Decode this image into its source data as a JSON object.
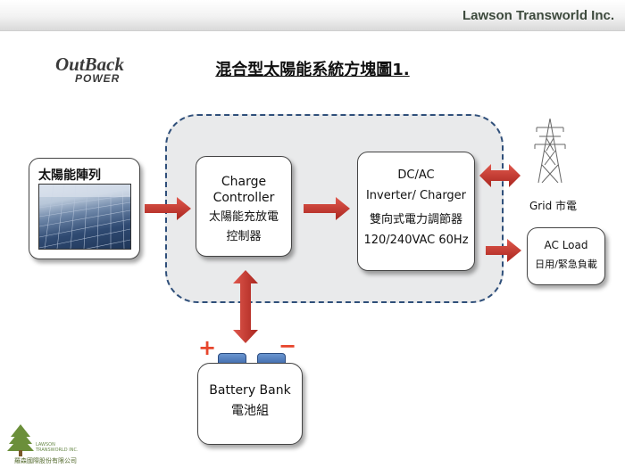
{
  "header": {
    "company": "Lawson Transworld Inc."
  },
  "logo": {
    "line1": "OutBack",
    "line2": "POWER"
  },
  "title": "混合型太陽能系統方塊圖1.",
  "solar_array": {
    "label": "太陽能陣列"
  },
  "charge_controller": {
    "line1": "Charge",
    "line2": "Controller",
    "line3": "太陽能充放電",
    "line4": "控制器"
  },
  "inverter": {
    "line1": "DC/AC",
    "line2": "Inverter/ Charger",
    "line3": "雙向式電力調節器",
    "line4": "120/240VAC 60Hz"
  },
  "grid": {
    "label": "Grid 市電"
  },
  "ac_load": {
    "line1": "AC Load",
    "line2": "日用/緊急負載"
  },
  "battery": {
    "line1": "Battery Bank",
    "line2": "電池組",
    "plus": "+",
    "minus": "−"
  },
  "colors": {
    "arrow": "#c8362c",
    "dashed_border": "#2f4f7a",
    "region_fill": "#e9eaeb",
    "terminal": "#3c67a8"
  },
  "footer": {
    "brand": "LAWSON TRANSWORLD INC.",
    "company_zh": "羅森國際股份有限公司"
  }
}
